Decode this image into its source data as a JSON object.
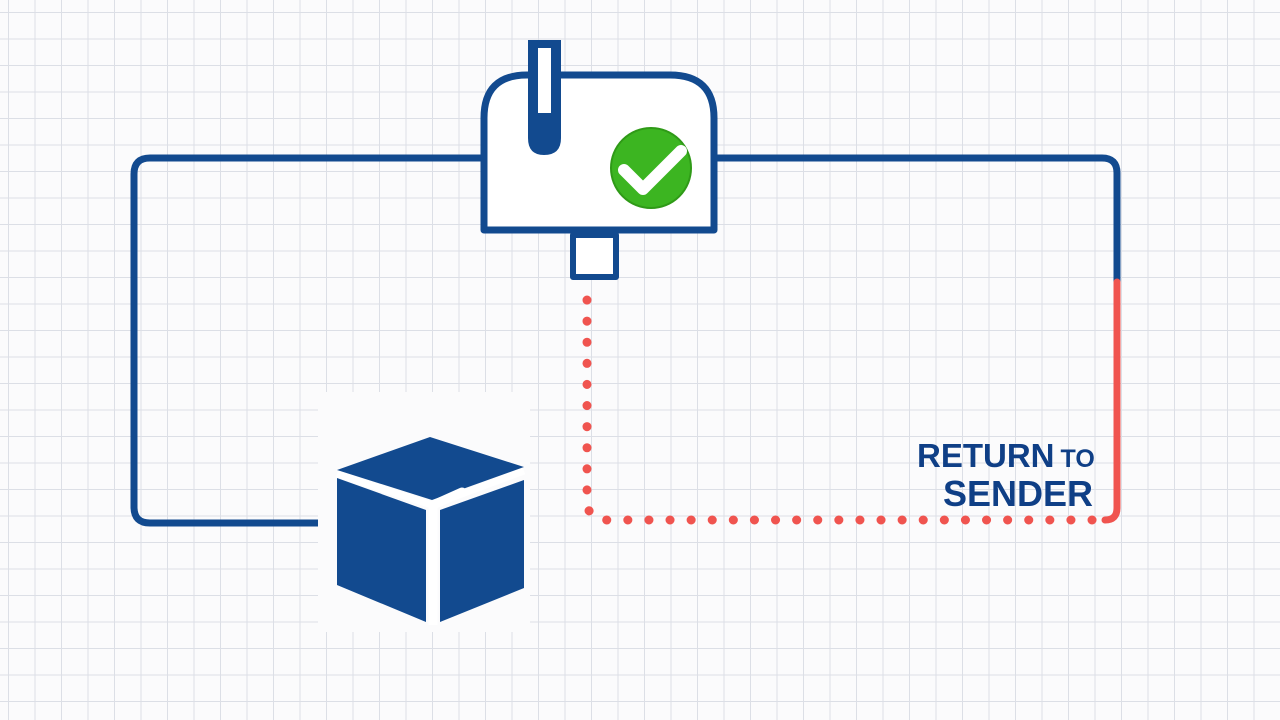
{
  "label": {
    "line1_big": "RETURN",
    "line1_small": "TO",
    "line2": "SENDER"
  },
  "colors": {
    "primary_blue": "#124a8f",
    "return_red": "#f0544f",
    "check_green": "#3cb521",
    "label_blue": "#0f3f86"
  },
  "icons": [
    "mailbox-icon",
    "check-icon",
    "package-box-icon"
  ]
}
